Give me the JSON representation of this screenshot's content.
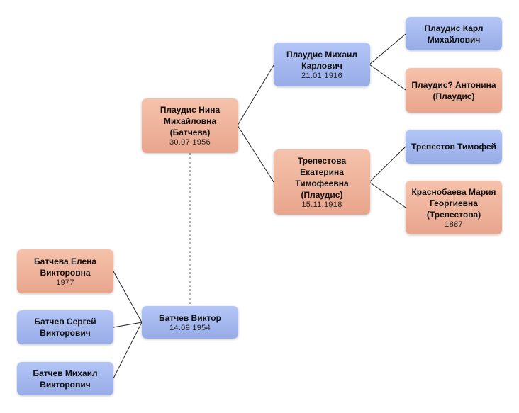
{
  "colors": {
    "female": "#f0b49c",
    "male": "#a8bbef"
  },
  "nodes": {
    "nina": {
      "name": "Плаудис Нина Михайловна (Батчева)",
      "date": "30.07.1956"
    },
    "mikhail_k": {
      "name": "Плаудис Михаил Карлович",
      "date": "21.01.1916"
    },
    "ekaterina": {
      "name": "Трепестова Екатерина Тимофеевна (Плаудис)",
      "date": "15.11.1918"
    },
    "karl": {
      "name": "Плаудис Карл Михайлович"
    },
    "antonina": {
      "name": "Плаудис? Антонина (Плаудис)"
    },
    "timofey": {
      "name": "Трепестов Тимофей"
    },
    "maria": {
      "name": "Краснобаева Мария Георгиевна (Трепестова)",
      "date": "1887"
    },
    "viktor": {
      "name": "Батчев Виктор",
      "date": "14.09.1954"
    },
    "elena": {
      "name": "Батчева Елена Викторовна",
      "date": "1977"
    },
    "sergey": {
      "name": "Батчев Сергей Викторович"
    },
    "mikhail_v": {
      "name": "Батчев Михаил Викторович"
    }
  }
}
